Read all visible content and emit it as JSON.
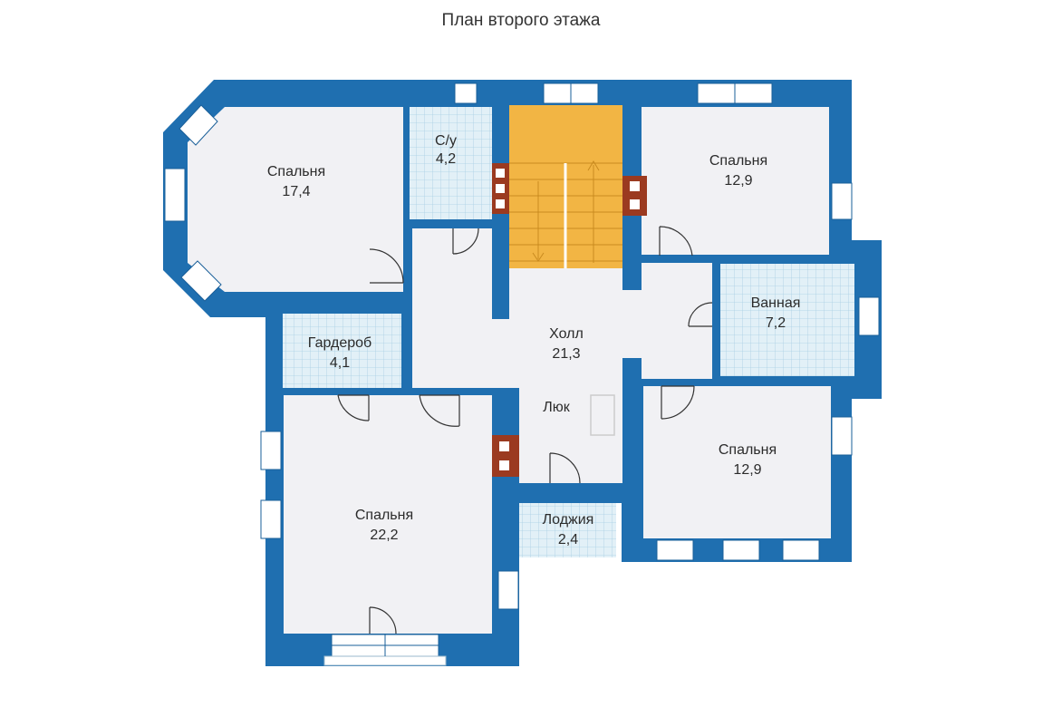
{
  "title": "План второго этажа",
  "colors": {
    "wall": "#1f6fb0",
    "room": "#f1f1f4",
    "tile": "#dfeef6",
    "stairs": "#f2b544",
    "chimney": "#9b3a20",
    "window": "#ffffff"
  },
  "rooms": [
    {
      "name": "Спальня",
      "area": "17,4"
    },
    {
      "name": "С/у",
      "area": "4,2"
    },
    {
      "name": "Спальня",
      "area": "12,9"
    },
    {
      "name": "Ванная",
      "area": "7,2"
    },
    {
      "name": "Холл",
      "area": "21,3"
    },
    {
      "name": "Гардероб",
      "area": "4,1"
    },
    {
      "name": "Спальня",
      "area": "22,2"
    },
    {
      "name": "Спальня",
      "area": "12,9"
    },
    {
      "name": "Лоджия",
      "area": "2,4"
    }
  ],
  "hatch_label": "Люк"
}
